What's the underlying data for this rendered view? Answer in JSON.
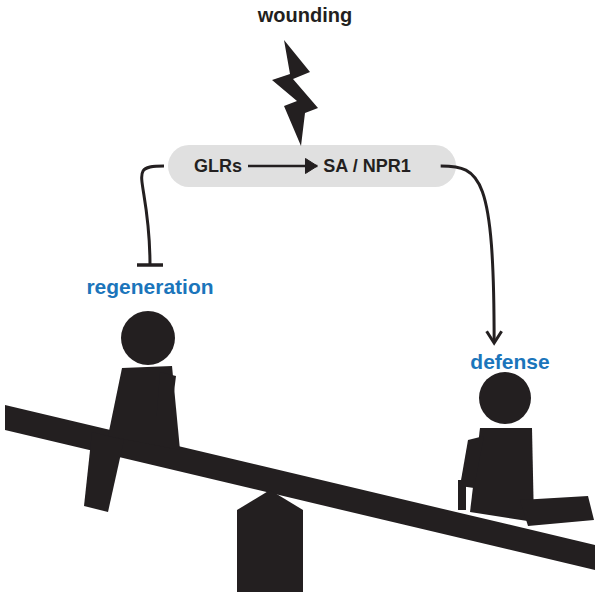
{
  "diagram": {
    "nodes": [
      {
        "text": [
          "GLRs"
        ]
      },
      {
        "text": [
          "SA / NPR1"
        ]
      },
      {
        "text": [
          "regeneration"
        ]
      },
      {
        "text": [
          "defense"
        ]
      }
    ],
    "edges": [
      {
        "from": 0,
        "to": 1,
        "arrow": "to"
      },
      {
        "from": 0,
        "to": 2,
        "arrow": "to"
      },
      {
        "from": 1,
        "to": 3,
        "arrow": "to"
      }
    ],
    "labels": [
      "wounding"
    ]
  }
}
